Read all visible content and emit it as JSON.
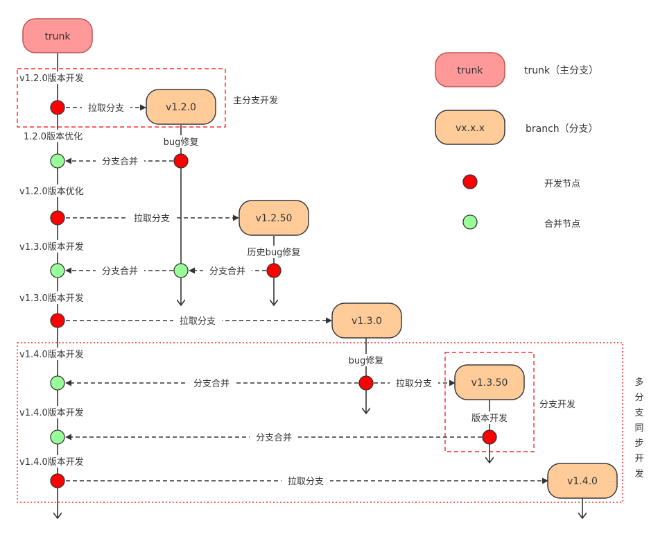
{
  "colors": {
    "trunk_fill": "#FF9999",
    "trunk_stroke": "#B85450",
    "branch_fill": "#FFCC99",
    "branch_stroke": "#36393D",
    "dev_node": "#FF0000",
    "merge_node": "#99FF99",
    "dashed_frame": "#FF0000",
    "line": "#333333"
  },
  "nodes": {
    "trunk": "trunk",
    "v120": "v1.2.0",
    "v1250": "v1.2.50",
    "v130": "v1.3.0",
    "v1350": "v1.3.50",
    "v140": "v1.4.0"
  },
  "trunk_labels": {
    "l1": "v1.2.0版本开发",
    "l2": "1.2.0版本优化",
    "l3": "v1.2.0版本优化",
    "l4": "v1.3.0版本开发",
    "l5": "v1.3.0版本开发",
    "l6": "v1.4.0版本开发",
    "l7": "v1.4.0版本开发",
    "l8": "v1.4.0版本开发"
  },
  "edge_labels": {
    "pull1": "拉取分支",
    "merge1": "分支合并",
    "pull2": "拉取分支",
    "merge2": "分支合并",
    "merge3": "分支合并",
    "pull3": "拉取分支",
    "merge4": "分支合并",
    "pull4": "拉取分支",
    "merge5": "分支合并",
    "pull5": "拉取分支"
  },
  "branch_labels": {
    "bugfix1": "bug修复",
    "hist_bugfix": "历史bug修复",
    "bugfix2": "bug修复",
    "version_dev": "版本开发"
  },
  "frames": {
    "main_dev": "主分支开发",
    "branch_dev": "分支开发",
    "multi_sync": [
      "多",
      "分",
      "支",
      "同",
      "步",
      "开",
      "发"
    ]
  },
  "legend": {
    "trunk_shape": "trunk",
    "trunk_text": "trunk（主分支）",
    "branch_shape": "vx.x.x",
    "branch_text": "branch（分支）",
    "dev_text": "开发节点",
    "merge_text": "合并节点"
  }
}
